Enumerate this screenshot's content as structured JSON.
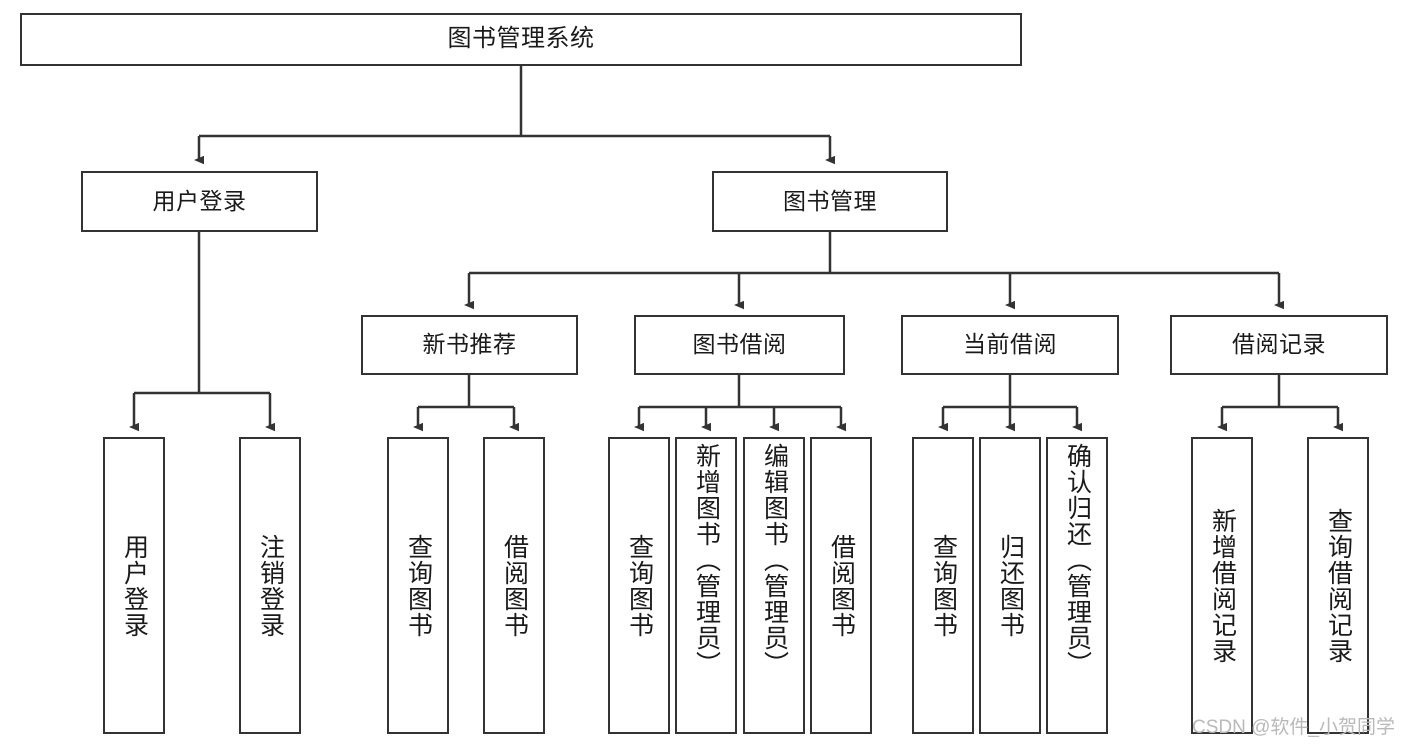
{
  "diagram": {
    "title": "图书管理系统",
    "type": "tree",
    "orientation": "top-down",
    "colors": {
      "box_border": "#333333",
      "box_fill": "#ffffff",
      "edge": "#333333",
      "text": "#1a1a1a",
      "watermark": "#b9b9b9",
      "background": "#ffffff"
    },
    "root": {
      "label": "图书管理系统"
    },
    "level1": [
      {
        "label": "用户登录"
      },
      {
        "label": "图书管理"
      }
    ],
    "level2": [
      {
        "label": "新书推荐"
      },
      {
        "label": "图书借阅"
      },
      {
        "label": "当前借阅"
      },
      {
        "label": "借阅记录"
      }
    ],
    "leaves": {
      "user_login": [
        {
          "label": "用户登录"
        },
        {
          "label": "注销登录"
        }
      ],
      "new_book_recommend": [
        {
          "label": "查询图书"
        },
        {
          "label": "借阅图书"
        }
      ],
      "book_borrow": [
        {
          "label": "查询图书"
        },
        {
          "label": "新增图书（管理员）"
        },
        {
          "label": "编辑图书（管理员）"
        },
        {
          "label": "借阅图书"
        }
      ],
      "current_borrow": [
        {
          "label": "查询图书"
        },
        {
          "label": "归还图书"
        },
        {
          "label": "确认归还（管理员）"
        }
      ],
      "borrow_record": [
        {
          "label": "新增借阅记录"
        },
        {
          "label": "查询借阅记录"
        }
      ]
    }
  },
  "watermark": {
    "text": "CSDN @软件_小贺同学"
  }
}
